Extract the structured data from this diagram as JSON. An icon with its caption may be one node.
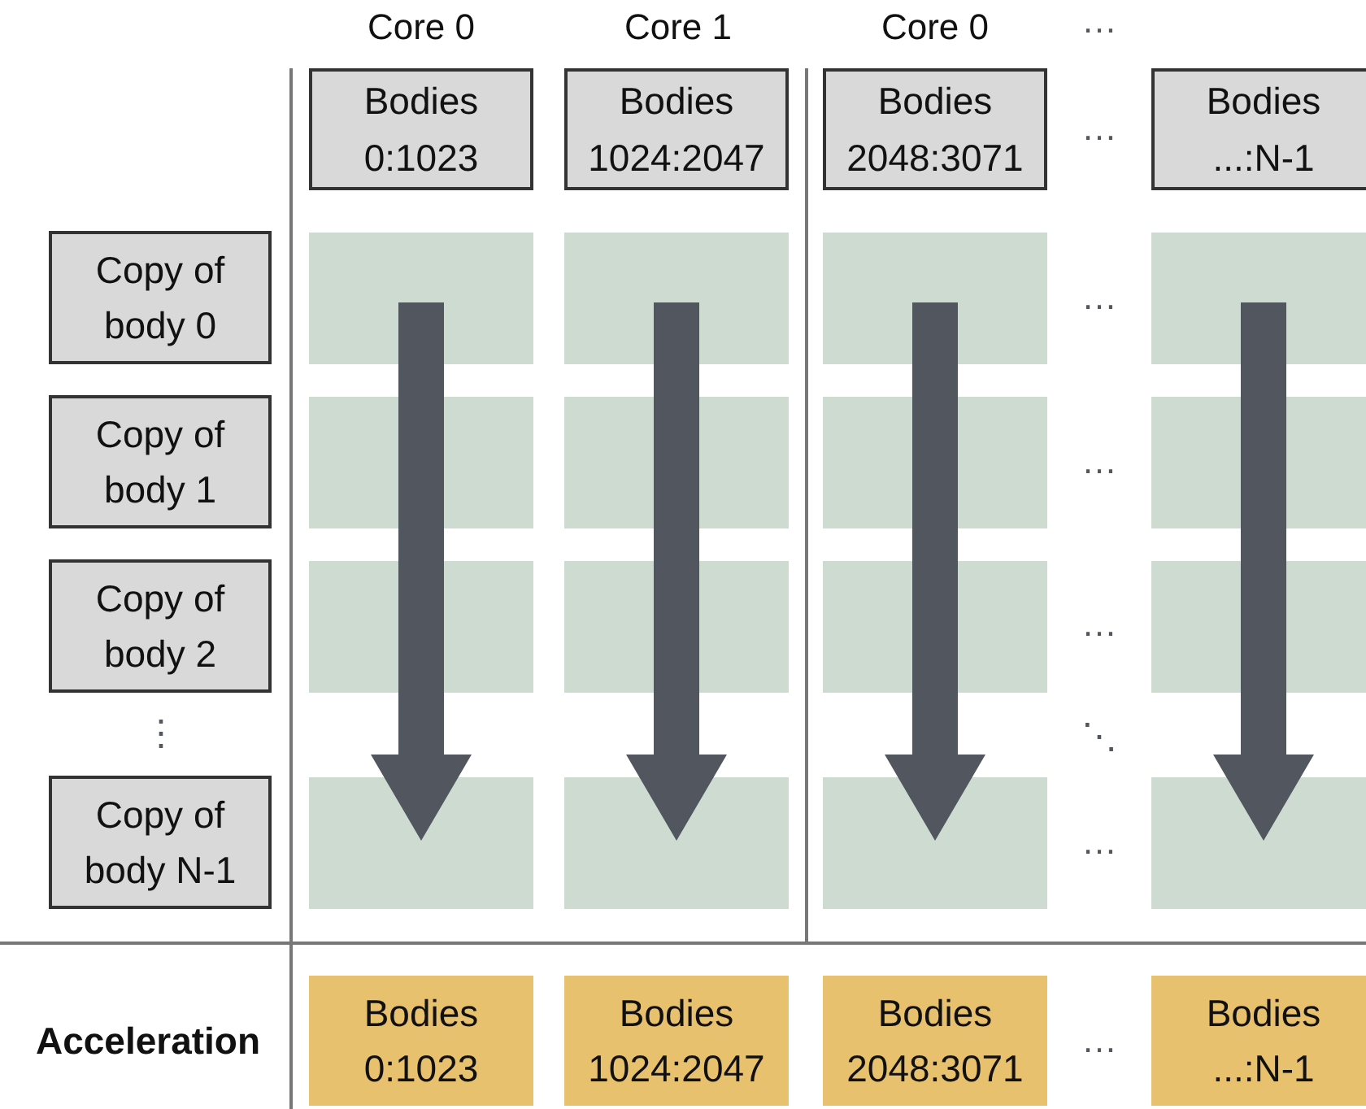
{
  "diagram": {
    "nodes": [
      {
        "text": [
          "Bodies 0:1023"
        ]
      },
      {
        "text": [
          "Bodies 1024:2047"
        ]
      },
      {
        "text": [
          "Bodies 2048:3071"
        ]
      },
      {
        "text": [
          "Bodies ...:N-1"
        ]
      },
      {
        "text": [
          "Copy of body 0"
        ]
      },
      {
        "text": [],
        "shape": "box"
      },
      {
        "text": [],
        "shape": "box"
      },
      {
        "text": [],
        "shape": "box"
      },
      {
        "text": [],
        "shape": "box"
      },
      {
        "text": [
          "Copy of body 1"
        ]
      },
      {
        "text": [],
        "shape": "box"
      },
      {
        "text": [],
        "shape": "box"
      },
      {
        "text": [],
        "shape": "box"
      },
      {
        "text": [],
        "shape": "box"
      },
      {
        "text": [
          "Copy of body 2"
        ]
      },
      {
        "text": [],
        "shape": "box"
      },
      {
        "text": [],
        "shape": "box"
      },
      {
        "text": [],
        "shape": "box"
      },
      {
        "text": [],
        "shape": "box"
      },
      {
        "text": [
          "Copy of body N-1"
        ]
      },
      {
        "text": [],
        "shape": "box"
      },
      {
        "text": [],
        "shape": "box"
      },
      {
        "text": [],
        "shape": "box"
      },
      {
        "text": [],
        "shape": "box"
      },
      {
        "text": [
          "Bodies 0:1023"
        ]
      },
      {
        "text": [
          "Bodies 1024:2047"
        ]
      },
      {
        "text": [
          "Bodies 2048:3071"
        ]
      },
      {
        "text": [
          "Bodies ...:N-1"
        ]
      }
    ],
    "edges": [
      {
        "from": 5,
        "to": 20,
        "arrow": "to",
        "style": "thick"
      },
      {
        "from": 6,
        "to": 21,
        "arrow": "to",
        "style": "thick"
      },
      {
        "from": 7,
        "to": 22,
        "arrow": "to",
        "style": "thick"
      },
      {
        "from": 8,
        "to": 23,
        "arrow": "to",
        "style": "thick"
      }
    ],
    "labels": [
      "Core 0",
      "Core 1",
      "Core 0",
      "…",
      "…",
      "…",
      "…",
      "…",
      "⋮",
      "⋱",
      "…",
      "Acceleration",
      "…"
    ]
  }
}
